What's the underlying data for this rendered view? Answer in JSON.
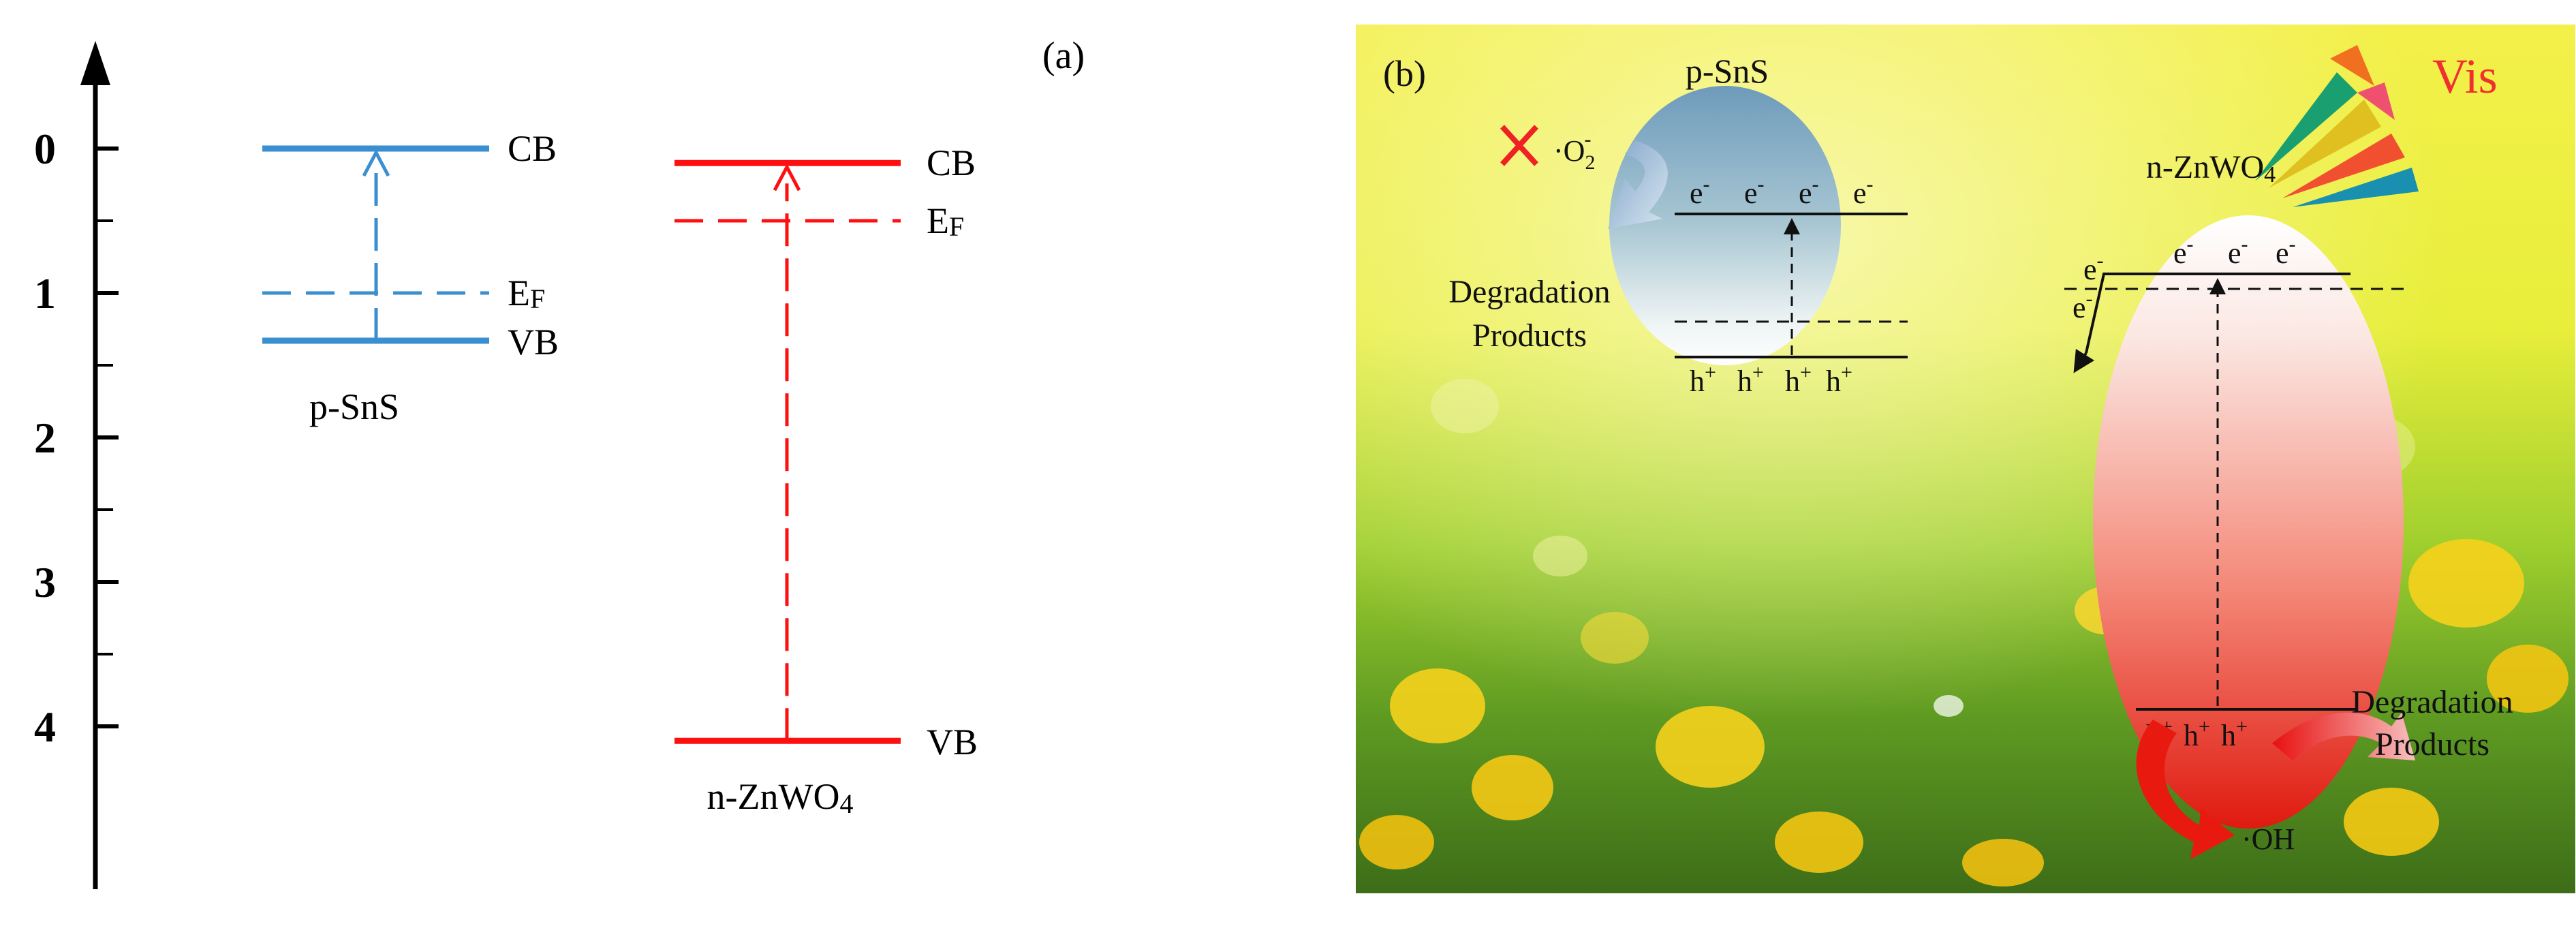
{
  "panel_a": {
    "label": "(a)",
    "axis_ticks": [
      {
        "value": 0,
        "text": "0"
      },
      {
        "value": 1,
        "text": "1"
      },
      {
        "value": 2,
        "text": "2"
      },
      {
        "value": 3,
        "text": "3"
      },
      {
        "value": 4,
        "text": "4"
      }
    ],
    "axis_minor_ticks": [
      0.5,
      1.5,
      2.5,
      3.5
    ],
    "materials": [
      {
        "key": "sns",
        "name": "p-SnS",
        "color": "#3a8fd0",
        "cb": 0.0,
        "ef": 1.0,
        "vb": 1.33,
        "cb_label": "CB",
        "ef_label": "E",
        "ef_sub": "F",
        "vb_label": "VB"
      },
      {
        "key": "znwo4",
        "name_main": "n-ZnWO",
        "name_sub": "4",
        "color": "#ff1010",
        "cb": 0.1,
        "ef": 0.5,
        "vb": 4.1,
        "cb_label": "CB",
        "ef_label": "E",
        "ef_sub": "F",
        "vb_label": "VB"
      }
    ]
  },
  "panel_b": {
    "label": "(b)",
    "vis_label": "Vis",
    "sns_label": "p-SnS",
    "znwo4_label_main": "n-ZnWO",
    "znwo4_label_sub": "4",
    "electron": "e",
    "electron_sup": "-",
    "hole": "h",
    "hole_sup": "+",
    "superoxide_dot": "·O",
    "superoxide_sub": "2",
    "superoxide_sup": "-",
    "degradation_line1": "Degradation",
    "degradation_line2": "Products",
    "hydroxyl": "·OH",
    "colors": {
      "sns_blob": "#7fa9c6",
      "znwo4_blob": "#f23a2a",
      "cross": "#ee2222",
      "vis_text": "#f03030"
    }
  }
}
